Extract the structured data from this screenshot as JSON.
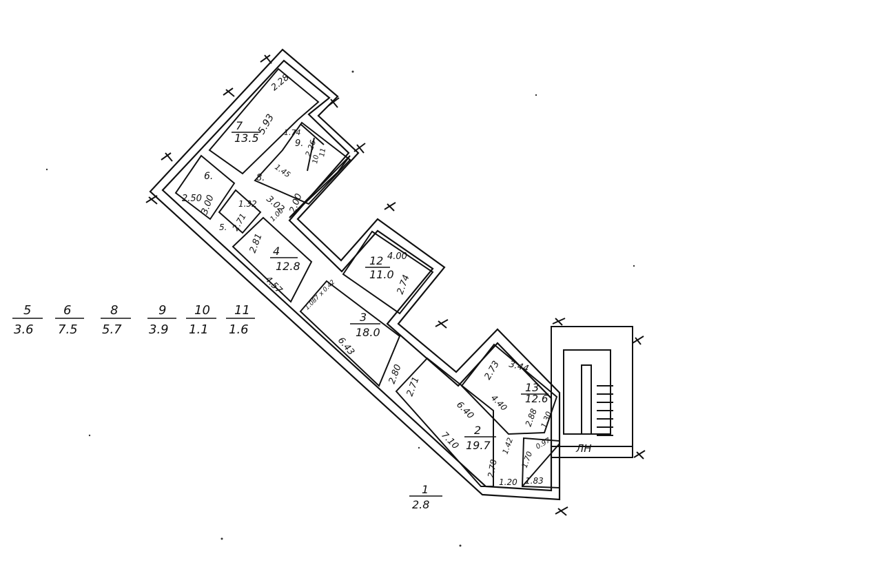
{
  "rooms": {
    "r7": {
      "num": "7",
      "area": "13.5",
      "dim_a": "2.28",
      "dim_b": "5.93"
    },
    "r6": {
      "num": "6.",
      "dim_a": "2.50",
      "dim_b": "3.00"
    },
    "r5": {
      "num": "5.",
      "dim_a": "1.32",
      "dim_b": "2.71"
    },
    "r9": {
      "num": "9.",
      "dim_a": "1.74",
      "dim_b": "2.26"
    },
    "r10": {
      "num": "10"
    },
    "r11": {
      "num": "11"
    },
    "r8": {
      "num": "8.",
      "dim_a": "1.45",
      "dim_b": "3.02",
      "dim_c": "2.00"
    },
    "r4": {
      "num": "4",
      "area": "12.8",
      "dim_a": "2.81",
      "dim_b": "4.57",
      "dim_c": "1.00"
    },
    "r12": {
      "num": "12",
      "area": "11.0",
      "dim_a": "4.00",
      "dim_b": "2.74"
    },
    "r3": {
      "num": "3",
      "area": "18.0",
      "dim_a": "6.43",
      "dim_b": "2.80",
      "note": "1.087 x 0.42"
    },
    "r2": {
      "num": "2",
      "area": "19.7",
      "dim_a": "2.71",
      "dim_b": "6.40",
      "dim_c": "7.10",
      "dim_d": "2.78",
      "dim_e": "1.20",
      "dim_f": "1.42"
    },
    "r13": {
      "num": "13",
      "area": "12.6",
      "dim_a": "2.73",
      "dim_b": "3.44",
      "dim_c": "4.40",
      "dim_d": "2.88",
      "dim_e": "1.30"
    },
    "r1": {
      "num": "1",
      "area": "2.8"
    },
    "small": {
      "a": "0.97",
      "b": "1.83",
      "c": "1.70"
    },
    "exit": {
      "label": "ЛН"
    }
  },
  "legend": [
    {
      "num": "5",
      "area": "3.6"
    },
    {
      "num": "6",
      "area": "7.5"
    },
    {
      "num": "8",
      "area": "5.7"
    },
    {
      "num": "9",
      "area": "3.9"
    },
    {
      "num": "10",
      "area": "1.1"
    },
    {
      "num": "11",
      "area": "1.6"
    }
  ]
}
